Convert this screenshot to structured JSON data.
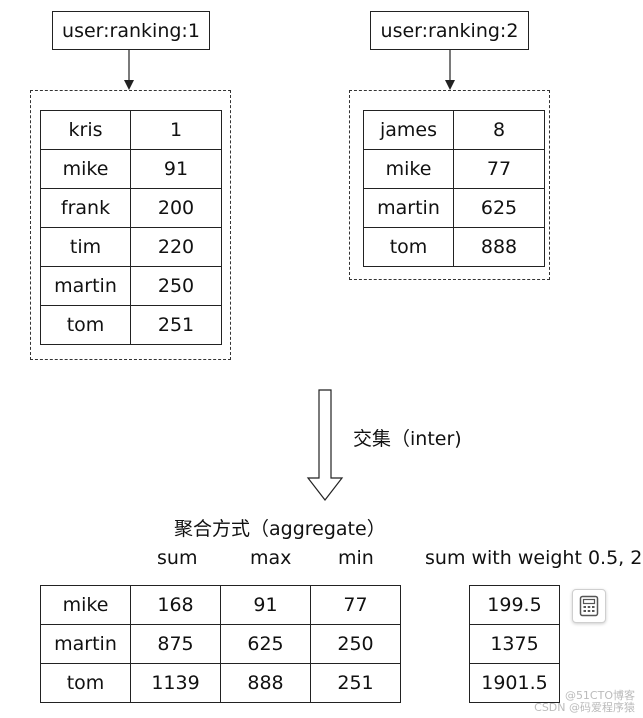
{
  "key1": {
    "name": "user:ranking:1",
    "rows": [
      [
        "kris",
        "1"
      ],
      [
        "mike",
        "91"
      ],
      [
        "frank",
        "200"
      ],
      [
        "tim",
        "220"
      ],
      [
        "martin",
        "250"
      ],
      [
        "tom",
        "251"
      ]
    ]
  },
  "key2": {
    "name": "user:ranking:2",
    "rows": [
      [
        "james",
        "8"
      ],
      [
        "mike",
        "77"
      ],
      [
        "martin",
        "625"
      ],
      [
        "tom",
        "888"
      ]
    ]
  },
  "operation_label": "交集（inter)",
  "aggregate_label": "聚合方式（aggregate）",
  "columns": {
    "sum": "sum",
    "max": "max",
    "min": "min",
    "weighted": "sum with weight 0.5, 2"
  },
  "result_rows": [
    [
      "mike",
      "168",
      "91",
      "77"
    ],
    [
      "martin",
      "875",
      "625",
      "250"
    ],
    [
      "tom",
      "1139",
      "888",
      "251"
    ]
  ],
  "weighted_values": [
    "199.5",
    "1375",
    "1901.5"
  ],
  "watermark": {
    "line1": "@51CTO博客",
    "line2": "CSDN @码爱程序猿"
  }
}
